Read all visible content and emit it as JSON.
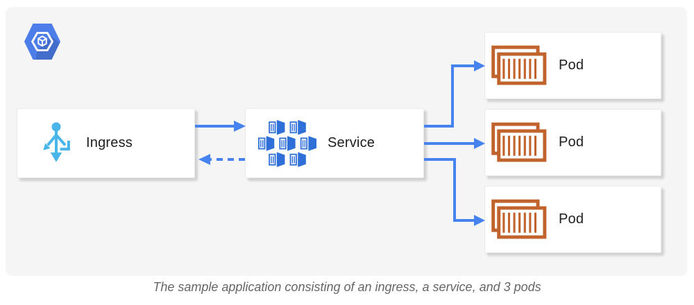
{
  "diagram": {
    "caption": "The sample application consisting of an ingress, a service, and 3 pods",
    "nodes": {
      "ingress": {
        "label": "Ingress",
        "icon": "ingress-icon"
      },
      "service": {
        "label": "Service",
        "icon": "service-icon"
      },
      "pods": [
        {
          "label": "Pod",
          "icon": "pod-containers-icon"
        },
        {
          "label": "Pod",
          "icon": "pod-containers-icon"
        },
        {
          "label": "Pod",
          "icon": "pod-containers-icon"
        }
      ]
    },
    "logo": "gke-hexagon-icon",
    "edges": [
      {
        "from": "ingress",
        "to": "service",
        "style": "solid"
      },
      {
        "from": "service",
        "to": "ingress",
        "style": "dashed"
      },
      {
        "from": "service",
        "to": "pod-1",
        "style": "solid-elbow"
      },
      {
        "from": "service",
        "to": "pod-2",
        "style": "solid"
      },
      {
        "from": "service",
        "to": "pod-3",
        "style": "solid-elbow"
      }
    ],
    "colors": {
      "arrow": "#4683EE",
      "ingress_icon": "#4AB5E8",
      "service_icon": "#2F6FD8",
      "pod_icon": "#C1632C",
      "logo_hex": "#4C7DE8",
      "frame_bg": "#F5F5F6",
      "caption_text": "#666666"
    }
  }
}
